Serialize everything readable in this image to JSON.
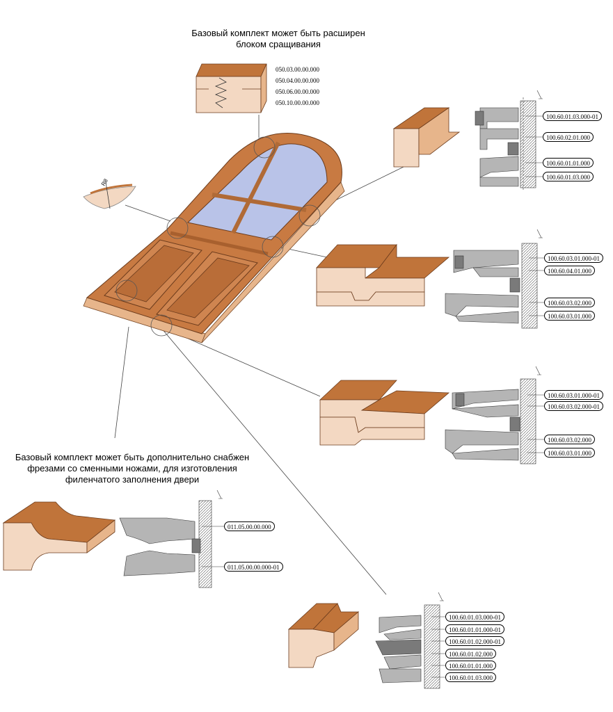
{
  "captions": {
    "top": [
      "Базовый комплект может быть расширен",
      "блоком сращивания"
    ],
    "left": [
      "Базовый комплект может быть дополнительно снабжен",
      "фрезами со сменными ножами, для изготовления",
      "филенчатого заполнения двери"
    ]
  },
  "splice_codes": [
    "050.03.00.00.000",
    "050.04.00.00.000",
    "050.06.00.00.000",
    "050.10.00.00.000"
  ],
  "cutter_sets": {
    "set1": [
      "100.60.01.03.000-01",
      "100.60.02.01.000",
      "100.60.01.01.000",
      "100.60.01.03.000"
    ],
    "set2": [
      "100.60.03.01.000-01",
      "100.60.04.01.000",
      "100.60.03.02.000",
      "100.60.03.01.000"
    ],
    "set3": [
      "100.60.03.01.000-01",
      "100.60.03.02.000-01",
      "100.60.03.02.000",
      "100.60.03.01.000"
    ],
    "panel": [
      "011.05.00.00.000",
      "011.05.00.00.000-01"
    ],
    "set5": [
      "100.60.01.03.000-01",
      "100.60.01.01.000-01",
      "100.60.01.02.000-01",
      "100.60.01.02.000",
      "100.60.01.01.000",
      "100.60.01.03.000"
    ]
  },
  "colors": {
    "wood_top": "#c0743a",
    "wood_side": "#f3d8c2",
    "glass": "#b9c3e8",
    "cutter_gray": "#b5b5b5",
    "cutter_dark": "#7a7a7a"
  },
  "icons": [
    "arched-door-illustration",
    "wood-profile-icon",
    "cutter-set-icon",
    "angle-segment-icon"
  ]
}
